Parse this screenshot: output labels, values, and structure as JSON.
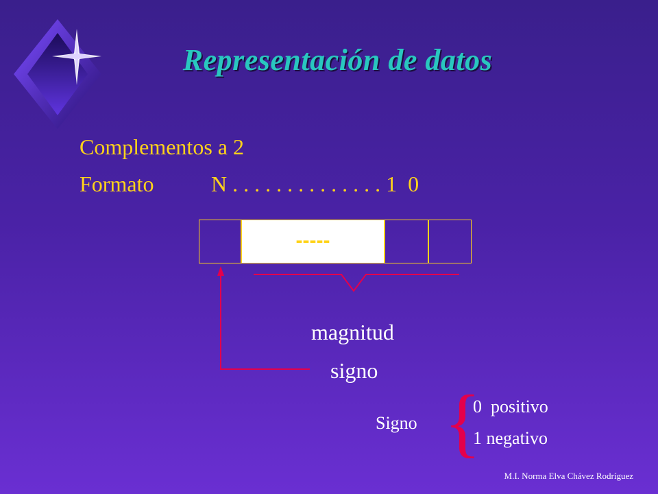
{
  "slide": {
    "title": "Representación de datos",
    "line1": "Complementos a 2",
    "line2_label": "Formato",
    "line2_value": "N . . . . . . . . . . . . . . 1  0",
    "box_text": "-----",
    "magnitude_label": "magnitud",
    "sign_label": "signo",
    "sign_word": "Signo",
    "sign_option_0": "0  positivo",
    "sign_option_1": "1 negativo",
    "footer": "M.I. Norma Elva Chávez Rodríguez",
    "colors": {
      "title": "#29c7bf",
      "text": "#ffd31a",
      "accent": "#e4004b"
    },
    "icons": {
      "logo": "purple-diamond-star"
    }
  }
}
